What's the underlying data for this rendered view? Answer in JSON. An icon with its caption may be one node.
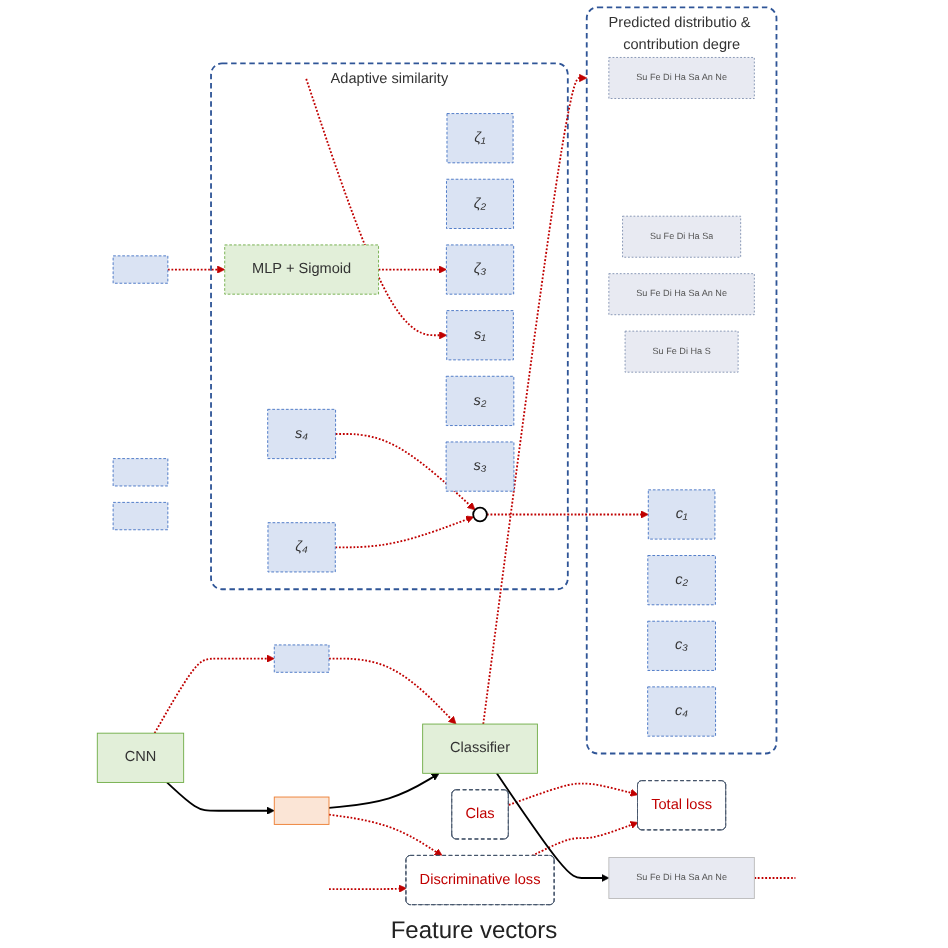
{
  "diagram": {
    "nodes": [
      {
        "text": [
          "CNN"
        ]
      },
      {
        "text": [
          "Discriminative loss"
        ]
      },
      {
        "text": [
          "Total loss"
        ]
      },
      {
        "text": [
          "Clas"
        ]
      },
      {
        "text": [],
        "shape": "box"
      },
      {
        "text": [],
        "shape": "box"
      },
      {
        "text": [],
        "shape": "box"
      },
      {
        "text": [],
        "shape": "box"
      },
      {
        "text": [],
        "shape": "box"
      },
      {
        "text": [
          "Classifier"
        ]
      },
      {
        "text": [
          "Su Fe Di Ha Sa An Ne"
        ]
      },
      {
        "text": [
          "Adaptive similarity"
        ]
      },
      {
        "text": [
          "MLP + Sigmoid"
        ],
        "in": 11
      },
      {
        "text": [
          "ζ₁"
        ],
        "in": 11
      },
      {
        "text": [
          "ζ₂"
        ],
        "in": 11
      },
      {
        "text": [
          "ζ₃"
        ],
        "in": 11
      },
      {
        "text": [
          "ζ₄"
        ],
        "in": 11
      },
      {
        "text": [
          "s₁"
        ],
        "in": 11
      },
      {
        "text": [
          "s₂"
        ],
        "in": 11
      },
      {
        "text": [
          "s₃"
        ],
        "in": 11
      },
      {
        "text": [
          "s₄"
        ],
        "in": 11
      },
      {
        "text": [],
        "shape": "circle",
        "in": 11
      },
      {
        "text": [
          "Predicted distributio & contribution degre"
        ]
      },
      {
        "text": [
          "Su Fe Di Ha Sa An Ne"
        ],
        "in": 22
      },
      {
        "text": [
          "Su Fe Di Ha Sa"
        ],
        "in": 22
      },
      {
        "text": [
          "Su Fe Di Ha Sa An Ne"
        ],
        "in": 22
      },
      {
        "text": [
          "Su Fe Di Ha S"
        ],
        "in": 22
      },
      {
        "text": [
          "c₁"
        ],
        "in": 22
      },
      {
        "text": [
          "c₂"
        ],
        "in": 22
      },
      {
        "text": [
          "c₃"
        ],
        "in": 22
      },
      {
        "text": [
          "c₄"
        ],
        "in": 22
      }
    ],
    "edges": [
      {
        "from": null,
        "to": 1,
        "arrow": "to",
        "style": "dashed"
      },
      {
        "from": 1,
        "to": 2,
        "arrow": "to",
        "style": "dashed"
      },
      {
        "from": 3,
        "to": 2,
        "arrow": "to",
        "style": "dashed"
      },
      {
        "from": 4,
        "to": 1,
        "arrow": "to",
        "style": "dashed"
      },
      {
        "from": 0,
        "to": 4,
        "arrow": "to",
        "color": "#000000"
      },
      {
        "from": 0,
        "to": 7,
        "arrow": "to",
        "style": "dashed"
      },
      {
        "from": 4,
        "to": 9,
        "arrow": "to",
        "color": "#000000"
      },
      {
        "from": 7,
        "to": 9,
        "arrow": "to",
        "style": "dashed"
      },
      {
        "from": 9,
        "to": 10,
        "arrow": "to",
        "color": "#000000"
      },
      {
        "from": 10,
        "to": null,
        "arrow": "none",
        "style": "dashed"
      },
      {
        "from": 9,
        "to": 22,
        "arrow": "to",
        "style": "dashed"
      },
      {
        "from": 8,
        "to": 12,
        "arrow": "to",
        "style": "dashed"
      },
      {
        "from": 12,
        "to": 15,
        "arrow": "to",
        "style": "dashed"
      },
      {
        "from": 16,
        "to": 21,
        "arrow": "to",
        "style": "dashed"
      },
      {
        "from": 20,
        "to": 21,
        "arrow": "to",
        "style": "dashed"
      },
      {
        "from": 21,
        "to": 27,
        "arrow": "to",
        "style": "dashed"
      },
      {
        "from": null,
        "to": 17,
        "arrow": "to",
        "style": "dashed"
      }
    ],
    "labels": [
      "Feature vectors"
    ]
  }
}
